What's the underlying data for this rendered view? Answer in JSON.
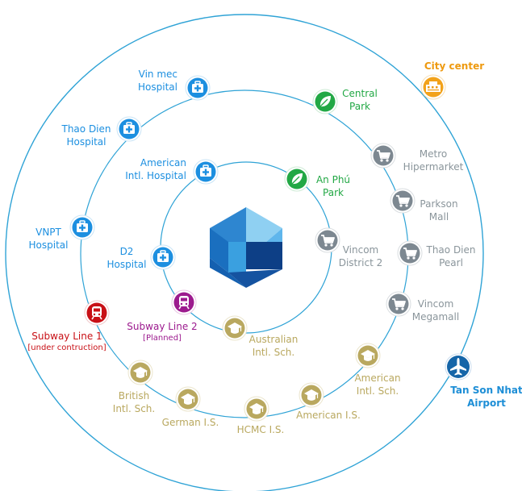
{
  "colors": {
    "ring": "#2fa3d6",
    "hospital": "#1c8fe0",
    "park": "#22a845",
    "shopping": "#7d8891",
    "school": "#b9a85f",
    "subway_existing": "#c81016",
    "subway_planned": "#9c1a8e",
    "city_center": "#ee9a10",
    "airport": "#1565a8"
  },
  "pois": {
    "vinmec": {
      "icon": "hospital-icon",
      "line1": "Vin mec",
      "line2": "Hospital"
    },
    "thao_dien_hospital": {
      "icon": "hospital-icon",
      "line1": "Thao Dien",
      "line2": "Hospital"
    },
    "american_hospital": {
      "icon": "hospital-icon",
      "line1": "American",
      "line2": "Intl. Hospital"
    },
    "vnpt_hospital": {
      "icon": "hospital-icon",
      "line1": "VNPT",
      "line2": "Hospital"
    },
    "d2_hospital": {
      "icon": "hospital-icon",
      "line1": "D2",
      "line2": "Hospital"
    },
    "central_park": {
      "icon": "leaf-icon",
      "line1": "Central",
      "line2": "Park"
    },
    "an_phu_park": {
      "icon": "leaf-icon",
      "line1": "An Phú",
      "line2": "Park"
    },
    "metro": {
      "icon": "cart-icon",
      "line1": "Metro",
      "line2": "Hipermarket"
    },
    "parkson": {
      "icon": "cart-icon",
      "line1": "Parkson",
      "line2": "Mall"
    },
    "vincom_d2": {
      "icon": "cart-icon",
      "line1": "Vincom",
      "line2": "District 2"
    },
    "thao_dien_pearl": {
      "icon": "cart-icon",
      "line1": "Thao Dien",
      "line2": "Pearl"
    },
    "vincom_mega": {
      "icon": "cart-icon",
      "line1": "Vincom",
      "line2": "Megamall"
    },
    "australian": {
      "icon": "graduation-cap-icon",
      "line1": "Australian",
      "line2": "Intl. Sch."
    },
    "american_school": {
      "icon": "graduation-cap-icon",
      "line1": "American",
      "line2": "Intl. Sch."
    },
    "american_is": {
      "icon": "graduation-cap-icon",
      "line1": "American I.S."
    },
    "hcmc_is": {
      "icon": "graduation-cap-icon",
      "line1": "HCMC I.S."
    },
    "german_is": {
      "icon": "graduation-cap-icon",
      "line1": "German I.S."
    },
    "british": {
      "icon": "graduation-cap-icon",
      "line1": "British",
      "line2": "Intl. Sch."
    },
    "subway1": {
      "icon": "train-icon",
      "line1": "Subway Line 1",
      "line2": "[under contruction]"
    },
    "subway2": {
      "icon": "train-icon",
      "line1": "Subway Line 2",
      "line2": "[Planned]"
    },
    "city_center": {
      "icon": "building-icon",
      "line1": "City center"
    },
    "airport": {
      "icon": "airplane-icon",
      "line1": "Tan Son Nhat",
      "line2": "Airport"
    }
  }
}
